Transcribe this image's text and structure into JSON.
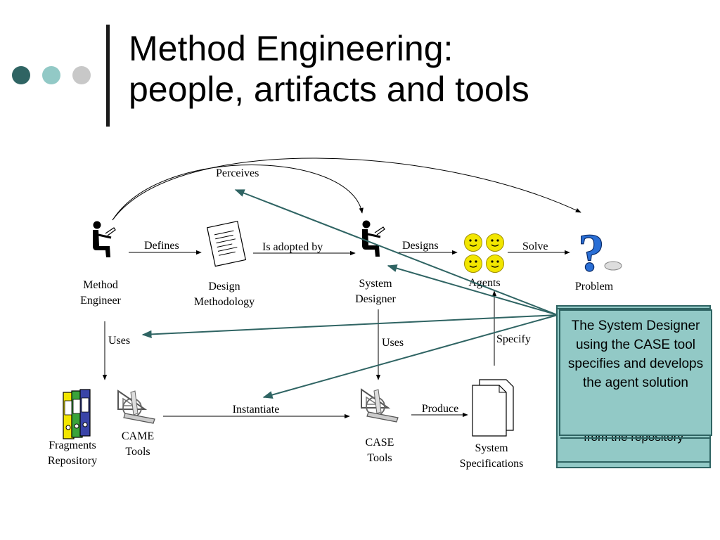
{
  "slide": {
    "title_line1": "Method Engineering:",
    "title_line2": "people, artifacts and tools"
  },
  "colors": {
    "dot_dark": "#2f6463",
    "dot_mid": "#92c9c6",
    "dot_light": "#c8c8c8",
    "callout_fill": "#92c9c6",
    "callout_border": "#2f6463",
    "pointer_arrow": "#2f6463",
    "agent_face": "#f2e600"
  },
  "diagram": {
    "nodes": {
      "method_engineer": [
        "Method",
        "Engineer"
      ],
      "design_methodology": [
        "Design",
        "Methodology"
      ],
      "system_designer": [
        "System",
        "Designer"
      ],
      "agents": "Agents",
      "problem": "Problem",
      "fragments_repository": [
        "Fragments",
        "Repository"
      ],
      "came_tools": [
        "CAME",
        "Tools"
      ],
      "case_tools": [
        "CASE",
        "Tools"
      ],
      "system_specifications": [
        "System",
        "Specifications"
      ]
    },
    "edges": {
      "perceives": "Perceives",
      "defines": "Defines",
      "is_adopted_by": "Is adopted by",
      "designs": "Designs",
      "solve": "Solve",
      "uses_left": "Uses",
      "uses_right": "Uses",
      "specify": "Specify",
      "instantiate": "Instantiate",
      "produce": "Produce"
    },
    "icons": {
      "person": "person-at-desk-icon",
      "document": "document-icon",
      "agent": "smiley-face-icon",
      "problem": "question-mark-icon",
      "binders": "binders-icon",
      "drafting": "drafting-tools-icon",
      "pages": "stacked-pages-icon"
    }
  },
  "callout": {
    "front_text": "The System Designer using the CASE tool specifies and develops the agent solution",
    "back_visible_text": "from the repository"
  }
}
